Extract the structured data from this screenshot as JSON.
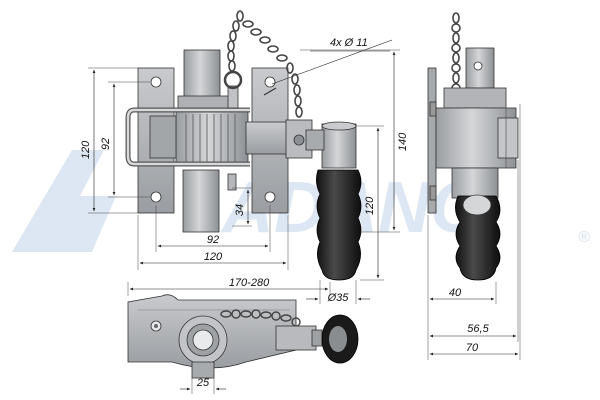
{
  "watermark": {
    "brand": "ADANO",
    "reg": "®",
    "color": "#dde7f3"
  },
  "colors": {
    "metal": "#b4b6b9",
    "metal_dark": "#8c8f93",
    "metal_light": "#d9dbdd",
    "grip": "#1e1e1e",
    "line": "#222222"
  },
  "front_view": {
    "dims": {
      "holes": "4x Ø 11",
      "height_outer": "120",
      "height_inner": "92",
      "height_right": "140",
      "handle_height": "120",
      "offset": "34",
      "width_inner": "92",
      "width_outer": "120",
      "width_total": "170-280",
      "handle_dia": "Ø35"
    }
  },
  "side_view": {
    "dims": {
      "d40": "40",
      "d56": "56,5",
      "d70": "70"
    }
  },
  "top_view": {
    "dims": {
      "d25": "25"
    }
  }
}
